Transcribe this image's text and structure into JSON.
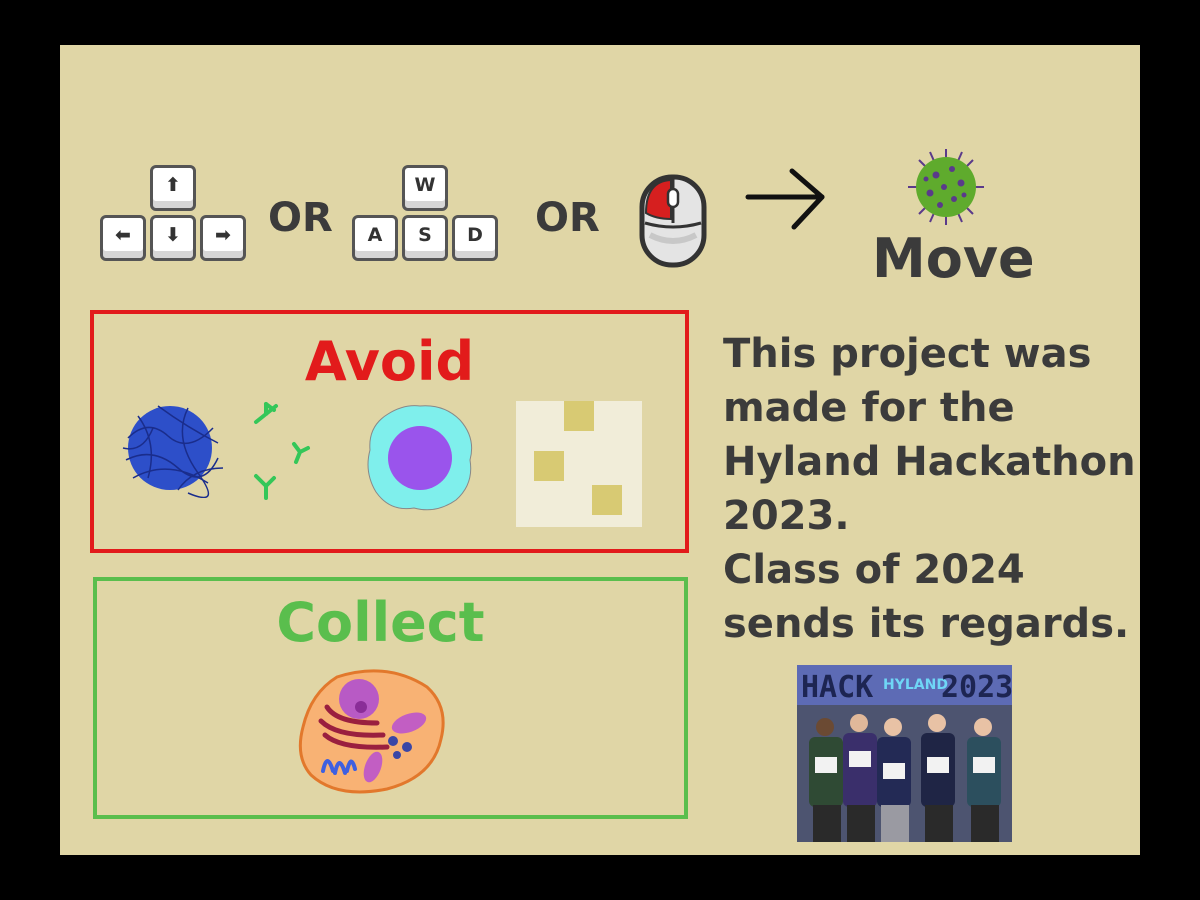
{
  "controls": {
    "arrow_keys": {
      "up": "⬆",
      "left": "⬅",
      "down": "⬇",
      "right": "➡"
    },
    "or_1": "OR",
    "wasd_keys": {
      "w": "W",
      "a": "A",
      "s": "S",
      "d": "D"
    },
    "or_2": "OR",
    "mouse_icon": "mouse-icon",
    "arrow_icon": "right-arrow-icon",
    "player_icon": "virus-player-icon",
    "move_label": "Move"
  },
  "avoid": {
    "title": "Avoid",
    "enemies": [
      "blue-virus-icon",
      "antibody-icon",
      "white-blood-cell-icon",
      "tile-trap-icon"
    ]
  },
  "collect": {
    "title": "Collect",
    "items": [
      "cell-icon"
    ]
  },
  "info": {
    "lines": [
      "This project was",
      "made for the",
      "Hyland Hackathon",
      "2023.",
      "Class of 2024",
      "sends its regards."
    ]
  },
  "photo": {
    "banner_left": "HACK",
    "banner_mid": "HYLAND",
    "banner_right": "2023"
  },
  "colors": {
    "background": "#e0d6a6",
    "avoid": "#e21b1b",
    "collect": "#5abe4d",
    "text": "#3b3b3b"
  }
}
